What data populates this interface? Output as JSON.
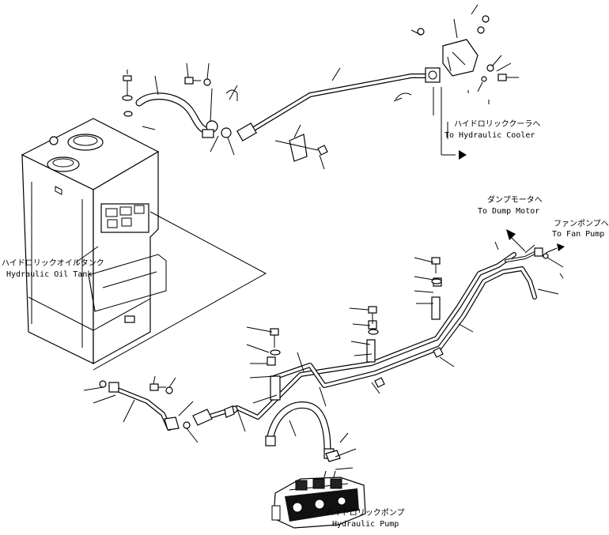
{
  "labels": {
    "hydraulic_oil_tank_ja": "ハイドロリックオイルタンク",
    "hydraulic_oil_tank_en": "Hydraulic Oil Tank",
    "hydraulic_cooler_ja": "ハイドロリッククーラへ",
    "hydraulic_cooler_en": "To Hydraulic Cooler",
    "dump_motor_ja": "ダンプモータへ",
    "dump_motor_en": "To Dump Motor",
    "fan_pump_ja": "ファンポンプへ",
    "fan_pump_en": "To Fan Pump",
    "hydraulic_pump_ja": "ハイドロリックポンプ",
    "hydraulic_pump_en": "Hydraulic Pump"
  },
  "colors": {
    "ink": "#000000",
    "paper": "#ffffff"
  }
}
